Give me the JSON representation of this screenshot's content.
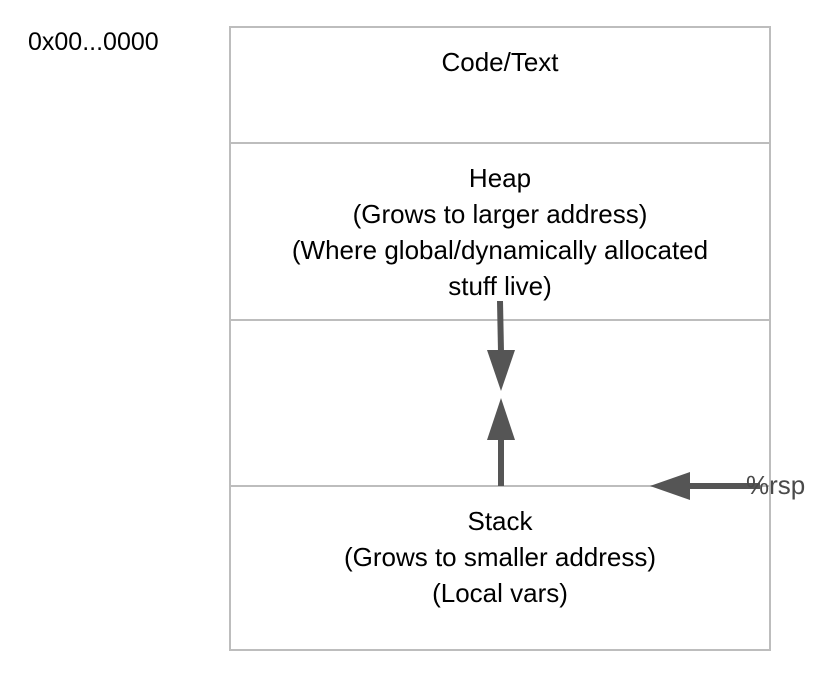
{
  "address_label": "0x00...0000",
  "segments": {
    "code": {
      "line1": "Code/Text"
    },
    "heap": {
      "line1": "Heap",
      "line2": "(Grows to larger address)",
      "line3": "(Where global/dynamically allocated",
      "line4": "stuff live)"
    },
    "stack": {
      "line1": "Stack",
      "line2": "(Grows to smaller address)",
      "line3": "(Local vars)"
    }
  },
  "pointer_label": "%rsp",
  "colors": {
    "arrow": "#555555",
    "border": "#bdbdbd"
  }
}
